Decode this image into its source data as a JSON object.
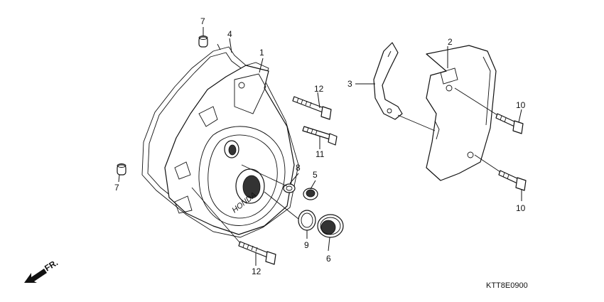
{
  "diagram": {
    "callouts": {
      "c1": "1",
      "c2": "2",
      "c3": "3",
      "c4": "4",
      "c5": "5",
      "c6": "6",
      "c7a": "7",
      "c7b": "7",
      "c8": "8",
      "c9": "9",
      "c10a": "10",
      "c10b": "10",
      "c11": "11",
      "c12a": "12",
      "c12b": "12"
    },
    "cover_emboss": "HONDA",
    "direction_label": "FR.",
    "catalog_code": "KTT8E0900"
  }
}
